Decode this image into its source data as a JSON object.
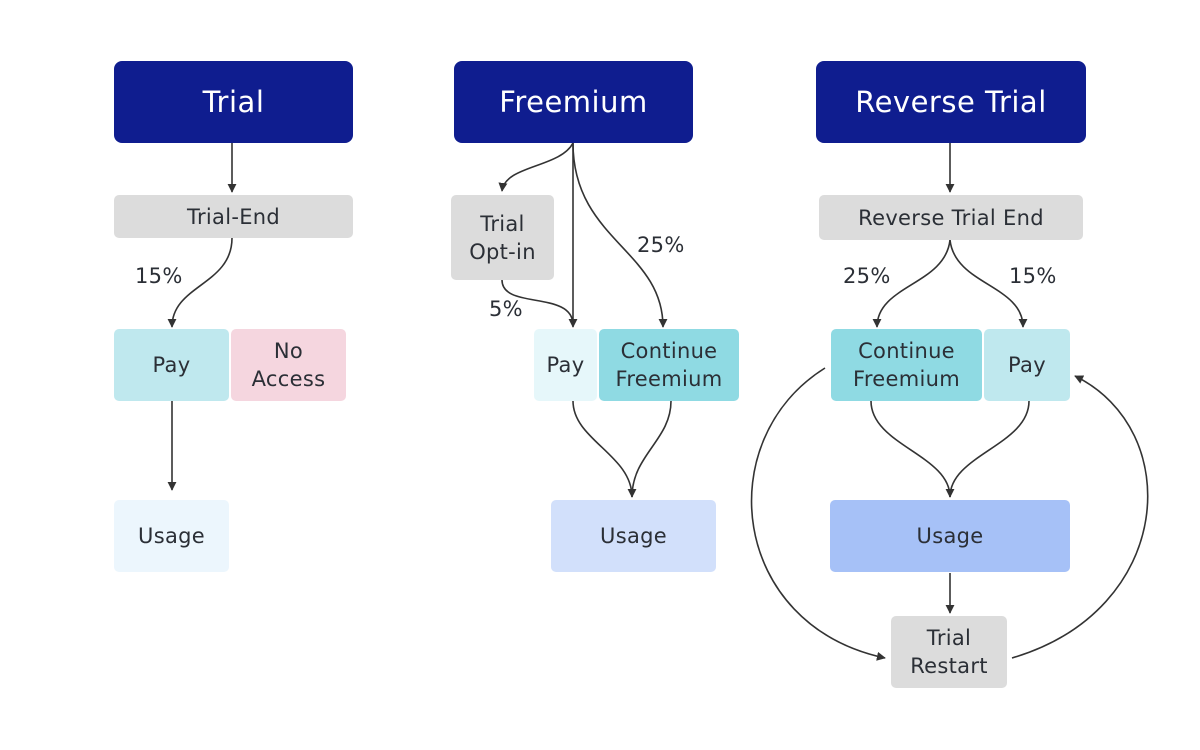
{
  "colors": {
    "header": "#0f1d8f",
    "gray": "#dcdcdc",
    "pay": "#bfe8ee",
    "no_access": "#f5d6df",
    "continue_freemium": "#8fdae3",
    "usage_trial": "#ecf6fd",
    "usage_freemium": "#d2e0fb",
    "usage_reverse": "#a6c1f7",
    "edge": "#333333"
  },
  "trial": {
    "header": "Trial",
    "end": "Trial-End",
    "pct_pay": "15%",
    "pay": "Pay",
    "no_access": "No\nAccess",
    "usage": "Usage"
  },
  "freemium": {
    "header": "Freemium",
    "trial_optin": "Trial\nOpt-in",
    "pct_optin_pay": "5%",
    "pct_continue": "25%",
    "pay": "Pay",
    "continue": "Continue\nFreemium",
    "usage": "Usage"
  },
  "reverse": {
    "header": "Reverse Trial",
    "end": "Reverse Trial End",
    "pct_continue": "25%",
    "pct_pay": "15%",
    "continue": "Continue\nFreemium",
    "pay": "Pay",
    "usage": "Usage",
    "restart": "Trial\nRestart"
  }
}
